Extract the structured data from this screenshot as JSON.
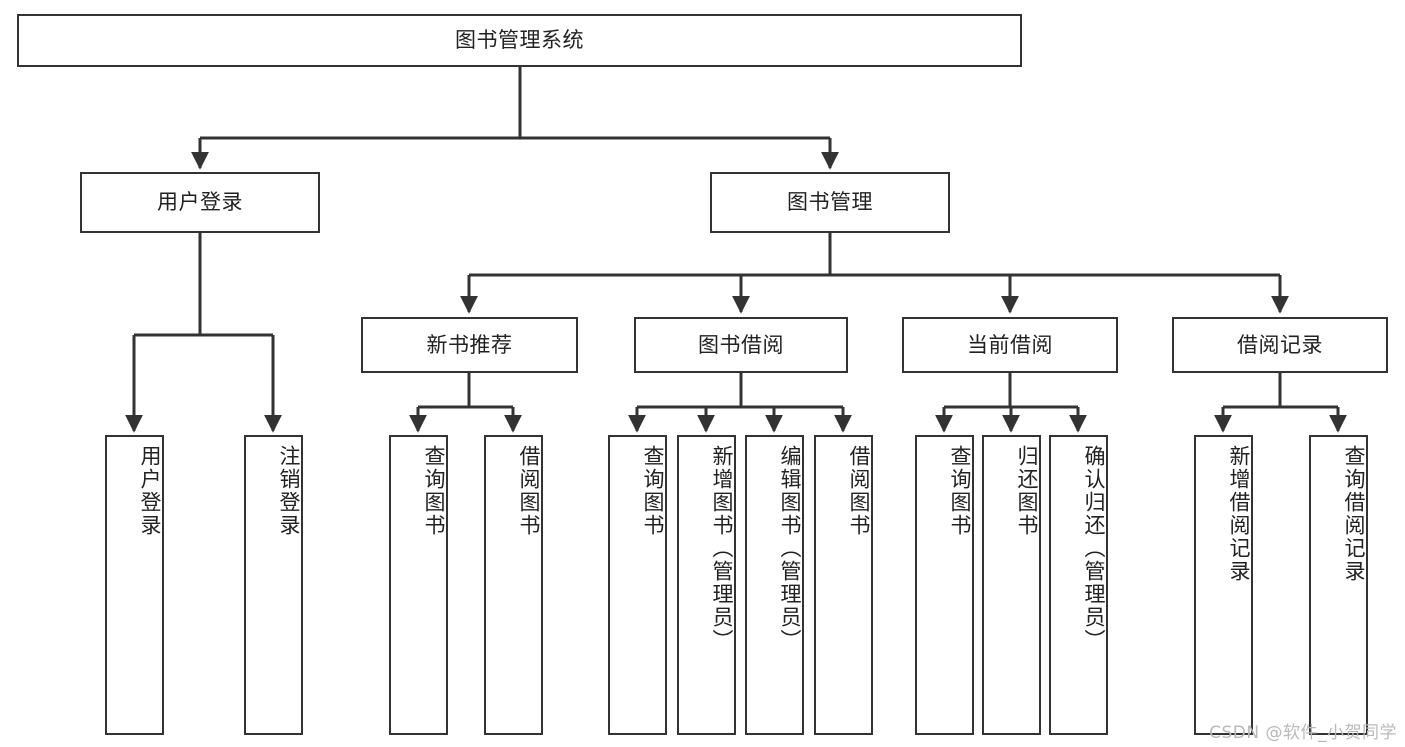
{
  "diagram": {
    "title": "图书管理系统",
    "watermark": "CSDN @软件_小贺同学",
    "stroke_color": "#333333",
    "background_color": "#ffffff",
    "text_color": "#222222",
    "watermark_color": "#b9b9b9"
  },
  "nodes": {
    "root": {
      "label": "图书管理系统"
    },
    "level1": [
      {
        "label": "用户登录"
      },
      {
        "label": "图书管理"
      }
    ],
    "level2": [
      {
        "label": "新书推荐"
      },
      {
        "label": "图书借阅"
      },
      {
        "label": "当前借阅"
      },
      {
        "label": "借阅记录"
      }
    ],
    "leaves": {
      "user_login": [
        {
          "label": "用户登录"
        },
        {
          "label": "注销登录"
        }
      ],
      "new_book": [
        {
          "label": "查询图书"
        },
        {
          "label": "借阅图书"
        }
      ],
      "book_borrow": [
        {
          "label": "查询图书"
        },
        {
          "label": "新增图书（管理员）"
        },
        {
          "label": "编辑图书（管理员）"
        },
        {
          "label": "借阅图书"
        }
      ],
      "current_borrow": [
        {
          "label": "查询图书"
        },
        {
          "label": "归还图书"
        },
        {
          "label": "确认归还（管理员）"
        }
      ],
      "borrow_record": [
        {
          "label": "新增借阅记录"
        },
        {
          "label": "查询借阅记录"
        }
      ]
    }
  }
}
